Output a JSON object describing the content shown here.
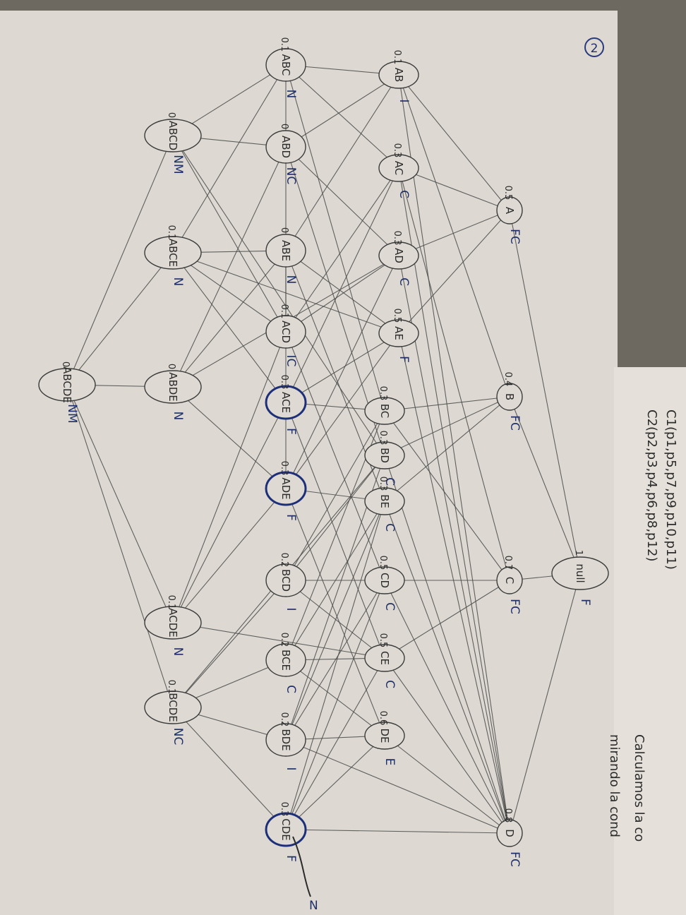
{
  "page_number": "2",
  "nodes": [
    {
      "id": "ABC",
      "label": "ABC",
      "support": "0.1",
      "note": "N",
      "highlight": false
    },
    {
      "id": "AB",
      "label": "AB",
      "support": "0.1",
      "note": "I",
      "highlight": false
    },
    {
      "id": "ABCD",
      "label": "ABCD",
      "support": "0",
      "note": "NM",
      "highlight": false
    },
    {
      "id": "ABD",
      "label": "ABD",
      "support": "0",
      "note": "NC",
      "highlight": false
    },
    {
      "id": "AC",
      "label": "AC",
      "support": "0.3",
      "note": "C",
      "highlight": false
    },
    {
      "id": "A",
      "label": "A",
      "support": "0.5",
      "note": "FC",
      "highlight": false
    },
    {
      "id": "ABE",
      "label": "ABE",
      "support": "0",
      "note": "N",
      "highlight": false
    },
    {
      "id": "ABCE",
      "label": "ABCE",
      "support": "0.1",
      "note": "N",
      "highlight": false
    },
    {
      "id": "AD",
      "label": "AD",
      "support": "0.3",
      "note": "C",
      "highlight": false
    },
    {
      "id": "ACD",
      "label": "ACD",
      "support": "0.1",
      "note": "IC",
      "highlight": false
    },
    {
      "id": "AE",
      "label": "AE",
      "support": "0.5",
      "note": "F",
      "highlight": false
    },
    {
      "id": "ABCDE",
      "label": "ABCDE",
      "support": "0",
      "note": "NM",
      "highlight": false
    },
    {
      "id": "ABDE",
      "label": "ABDE",
      "support": "0",
      "note": "N",
      "highlight": false
    },
    {
      "id": "ACE",
      "label": "ACE",
      "support": "0.3",
      "note": "F",
      "highlight": true
    },
    {
      "id": "BC",
      "label": "BC",
      "support": "0.3",
      "note": "",
      "highlight": false
    },
    {
      "id": "B",
      "label": "B",
      "support": "0.4",
      "note": "FC",
      "highlight": false
    },
    {
      "id": "BD",
      "label": "BD",
      "support": "0.3",
      "note": "C",
      "highlight": false
    },
    {
      "id": "ADE",
      "label": "ADE",
      "support": "0.3",
      "note": "F",
      "highlight": true
    },
    {
      "id": "BE",
      "label": "BE",
      "support": "0.3",
      "note": "C",
      "highlight": false
    },
    {
      "id": "BCD",
      "label": "BCD",
      "support": "0.2",
      "note": "I",
      "highlight": false
    },
    {
      "id": "CD",
      "label": "CD",
      "support": "0.5",
      "note": "C",
      "highlight": false
    },
    {
      "id": "C",
      "label": "C",
      "support": "0.7",
      "note": "FC",
      "highlight": false
    },
    {
      "id": "null",
      "label": "null",
      "support": "1",
      "note": "F",
      "highlight": false
    },
    {
      "id": "ACDE",
      "label": "ACDE",
      "support": "0.1",
      "note": "N",
      "highlight": false
    },
    {
      "id": "BCE",
      "label": "BCE",
      "support": "0.2",
      "note": "C",
      "highlight": false
    },
    {
      "id": "CE",
      "label": "CE",
      "support": "0.5",
      "note": "C",
      "highlight": false
    },
    {
      "id": "BCDE",
      "label": "BCDE",
      "support": "0.1",
      "note": "NC",
      "highlight": false
    },
    {
      "id": "BDE",
      "label": "BDE",
      "support": "0.2",
      "note": "I",
      "highlight": false
    },
    {
      "id": "DE",
      "label": "DE",
      "support": "0.6",
      "note": "E",
      "highlight": false
    },
    {
      "id": "CDE",
      "label": "CDE",
      "support": "0.3",
      "note": "F",
      "highlight": true
    },
    {
      "id": "D",
      "label": "D",
      "support": "0.8",
      "note": "FC",
      "highlight": false
    }
  ],
  "side_notes": [
    "C2(p2,p3,p4,p6,p8,p12)",
    "C1(p1,p5,p7,p9,p10,p11)",
    "Calculamos la co",
    "mirando la cond"
  ],
  "arrow_label": "N"
}
